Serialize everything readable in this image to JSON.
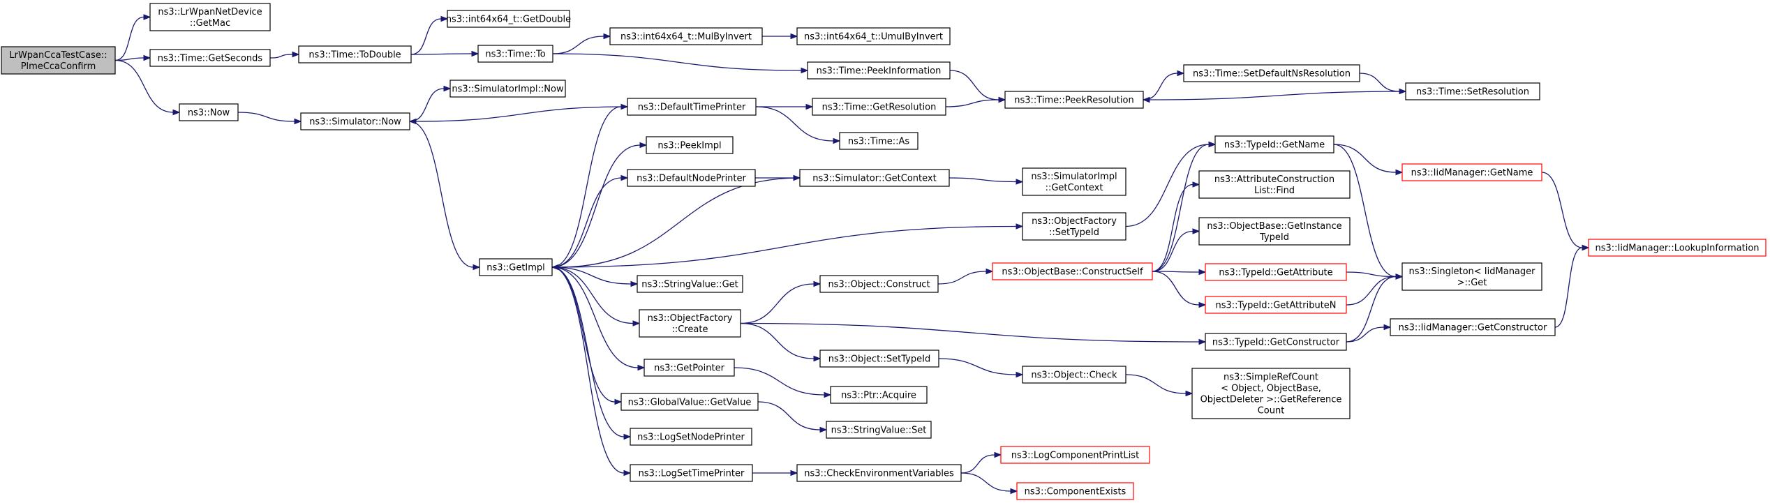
{
  "diagram": {
    "nodes": [
      {
        "id": "root",
        "lines": [
          "LrWpanCcaTestCase::",
          "PlmeCcaConfirm"
        ]
      },
      {
        "id": "getmac",
        "lines": [
          "ns3::LrWpanNetDevice",
          "::GetMac"
        ]
      },
      {
        "id": "getseconds",
        "lines": [
          "ns3::Time::GetSeconds"
        ]
      },
      {
        "id": "now",
        "lines": [
          "ns3::Now"
        ]
      },
      {
        "id": "todouble",
        "lines": [
          "ns3::Time::ToDouble"
        ]
      },
      {
        "id": "simnow",
        "lines": [
          "ns3::Simulator::Now"
        ]
      },
      {
        "id": "i64getdouble",
        "lines": [
          "ns3::int64x64_t::GetDouble"
        ]
      },
      {
        "id": "timeto",
        "lines": [
          "ns3::Time::To"
        ]
      },
      {
        "id": "simimplnow",
        "lines": [
          "ns3::SimulatorImpl::Now"
        ]
      },
      {
        "id": "getimpl",
        "lines": [
          "ns3::GetImpl"
        ]
      },
      {
        "id": "mulbyinvert",
        "lines": [
          "ns3::int64x64_t::MulByInvert"
        ]
      },
      {
        "id": "umulbyinvert",
        "lines": [
          "ns3::int64x64_t::UmulByInvert"
        ]
      },
      {
        "id": "peekinfo",
        "lines": [
          "ns3::Time::PeekInformation"
        ]
      },
      {
        "id": "deftimeprinter",
        "lines": [
          "ns3::DefaultTimePrinter"
        ]
      },
      {
        "id": "getresolution",
        "lines": [
          "ns3::Time::GetResolution"
        ]
      },
      {
        "id": "timeas",
        "lines": [
          "ns3::Time::As"
        ]
      },
      {
        "id": "peekresolution",
        "lines": [
          "ns3::Time::PeekResolution"
        ]
      },
      {
        "id": "setdefaultns",
        "lines": [
          "ns3::Time::SetDefaultNsResolution"
        ]
      },
      {
        "id": "setresolution",
        "lines": [
          "ns3::Time::SetResolution"
        ]
      },
      {
        "id": "peekimpl",
        "lines": [
          "ns3::PeekImpl"
        ]
      },
      {
        "id": "defnodeprinter",
        "lines": [
          "ns3::DefaultNodePrinter"
        ]
      },
      {
        "id": "simgetcontext",
        "lines": [
          "ns3::Simulator::GetContext"
        ]
      },
      {
        "id": "simimplgetcontext",
        "lines": [
          "ns3::SimulatorImpl",
          "::GetContext"
        ]
      },
      {
        "id": "ofsettypeid",
        "lines": [
          "ns3::ObjectFactory",
          "::SetTypeId"
        ]
      },
      {
        "id": "typeidgetname",
        "lines": [
          "ns3::TypeId::GetName"
        ]
      },
      {
        "id": "attrconstfind",
        "lines": [
          "ns3::AttributeConstruction",
          "List::Find"
        ]
      },
      {
        "id": "objbasegetinst",
        "lines": [
          "ns3::ObjectBase::GetInstance",
          "TypeId"
        ]
      },
      {
        "id": "iidgetname",
        "lines": [
          "ns3::IidManager::GetName"
        ]
      },
      {
        "id": "iidlookup",
        "lines": [
          "ns3::IidManager::LookupInformation"
        ]
      },
      {
        "id": "stringvalueget",
        "lines": [
          "ns3::StringValue::Get"
        ]
      },
      {
        "id": "ofcreate",
        "lines": [
          "ns3::ObjectFactory",
          "::Create"
        ]
      },
      {
        "id": "objconstruct",
        "lines": [
          "ns3::Object::Construct"
        ]
      },
      {
        "id": "constructself",
        "lines": [
          "ns3::ObjectBase::ConstructSelf"
        ]
      },
      {
        "id": "typeidgetattr",
        "lines": [
          "ns3::TypeId::GetAttribute"
        ]
      },
      {
        "id": "typeidgetattrn",
        "lines": [
          "ns3::TypeId::GetAttributeN"
        ]
      },
      {
        "id": "singletonget",
        "lines": [
          "ns3::Singleton< IidManager",
          " >::Get"
        ]
      },
      {
        "id": "typeidgetctor",
        "lines": [
          "ns3::TypeId::GetConstructor"
        ]
      },
      {
        "id": "iidgetctor",
        "lines": [
          "ns3::IidManager::GetConstructor"
        ]
      },
      {
        "id": "objsettypeid",
        "lines": [
          "ns3::Object::SetTypeId"
        ]
      },
      {
        "id": "objcheck",
        "lines": [
          "ns3::Object::Check"
        ]
      },
      {
        "id": "simplerefcount",
        "lines": [
          "ns3::SimpleRefCount",
          "< Object, ObjectBase,",
          " ObjectDeleter >::GetReference",
          "Count"
        ]
      },
      {
        "id": "getpointer",
        "lines": [
          "ns3::GetPointer"
        ]
      },
      {
        "id": "ptracquire",
        "lines": [
          "ns3::Ptr::Acquire"
        ]
      },
      {
        "id": "gvgetvalue",
        "lines": [
          "ns3::GlobalValue::GetValue"
        ]
      },
      {
        "id": "stringvalueset",
        "lines": [
          "ns3::StringValue::Set"
        ]
      },
      {
        "id": "logsetnodeprinter",
        "lines": [
          "ns3::LogSetNodePrinter"
        ]
      },
      {
        "id": "logsettimeprinter",
        "lines": [
          "ns3::LogSetTimePrinter"
        ]
      },
      {
        "id": "checkenv",
        "lines": [
          "ns3::CheckEnvironmentVariables"
        ]
      },
      {
        "id": "logcompprintlist",
        "lines": [
          "ns3::LogComponentPrintList"
        ]
      },
      {
        "id": "compexists",
        "lines": [
          "ns3::ComponentExists"
        ]
      }
    ]
  }
}
